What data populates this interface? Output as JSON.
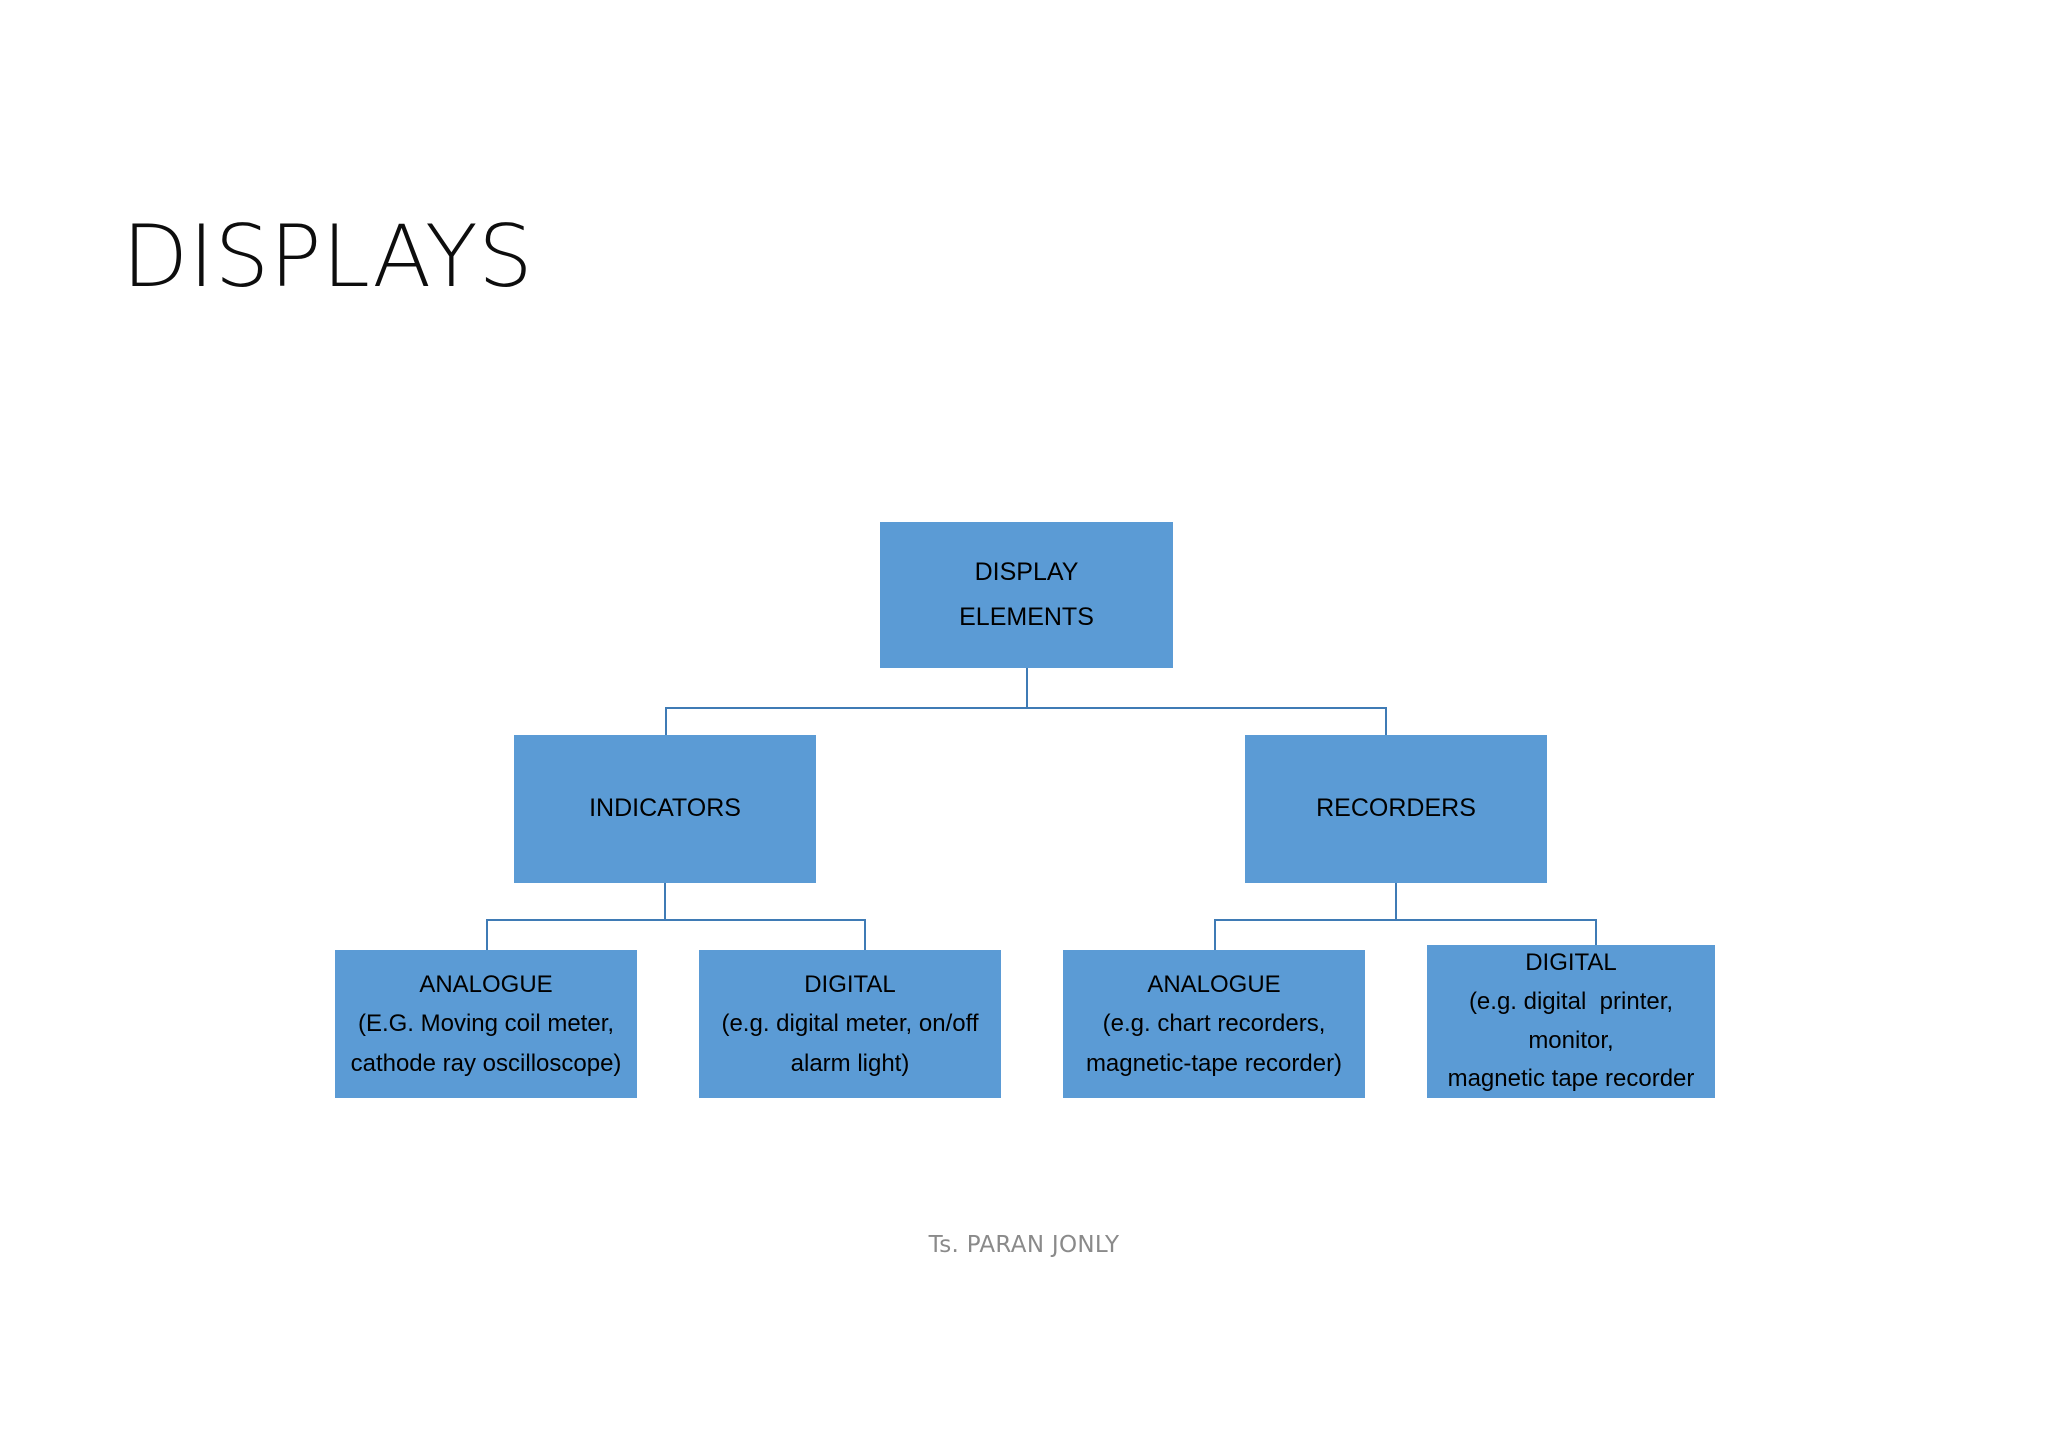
{
  "slide": {
    "title": "DISPLAYS",
    "footer": "Ts. PARAN JONLY",
    "background_color": "#FFFFFF",
    "box_fill_color": "#5B9BD5",
    "connector_color": "#3F7BB5",
    "text_color": "#000000",
    "footer_color": "#8A8A8A"
  },
  "diagram": {
    "type": "org-chart",
    "root": {
      "id": "display-elements",
      "lines": [
        "DISPLAY",
        "ELEMENTS"
      ]
    },
    "level2": [
      {
        "id": "indicators",
        "lines": [
          "INDICATORS"
        ]
      },
      {
        "id": "recorders",
        "lines": [
          "RECORDERS"
        ]
      }
    ],
    "level3": [
      {
        "id": "indicators-analogue",
        "parent": "indicators",
        "lines": [
          "ANALOGUE",
          "(E.G. Moving coil meter,",
          "cathode ray oscilloscope)"
        ]
      },
      {
        "id": "indicators-digital",
        "parent": "indicators",
        "lines": [
          "DIGITAL",
          "(e.g. digital meter, on/off",
          "alarm light)"
        ]
      },
      {
        "id": "recorders-analogue",
        "parent": "recorders",
        "lines": [
          "ANALOGUE",
          "(e.g. chart recorders,",
          "magnetic-tape recorder)"
        ]
      },
      {
        "id": "recorders-digital",
        "parent": "recorders",
        "lines": [
          "DIGITAL",
          "(e.g. digital  printer,",
          "monitor,",
          "magnetic tape recorder"
        ]
      }
    ]
  }
}
